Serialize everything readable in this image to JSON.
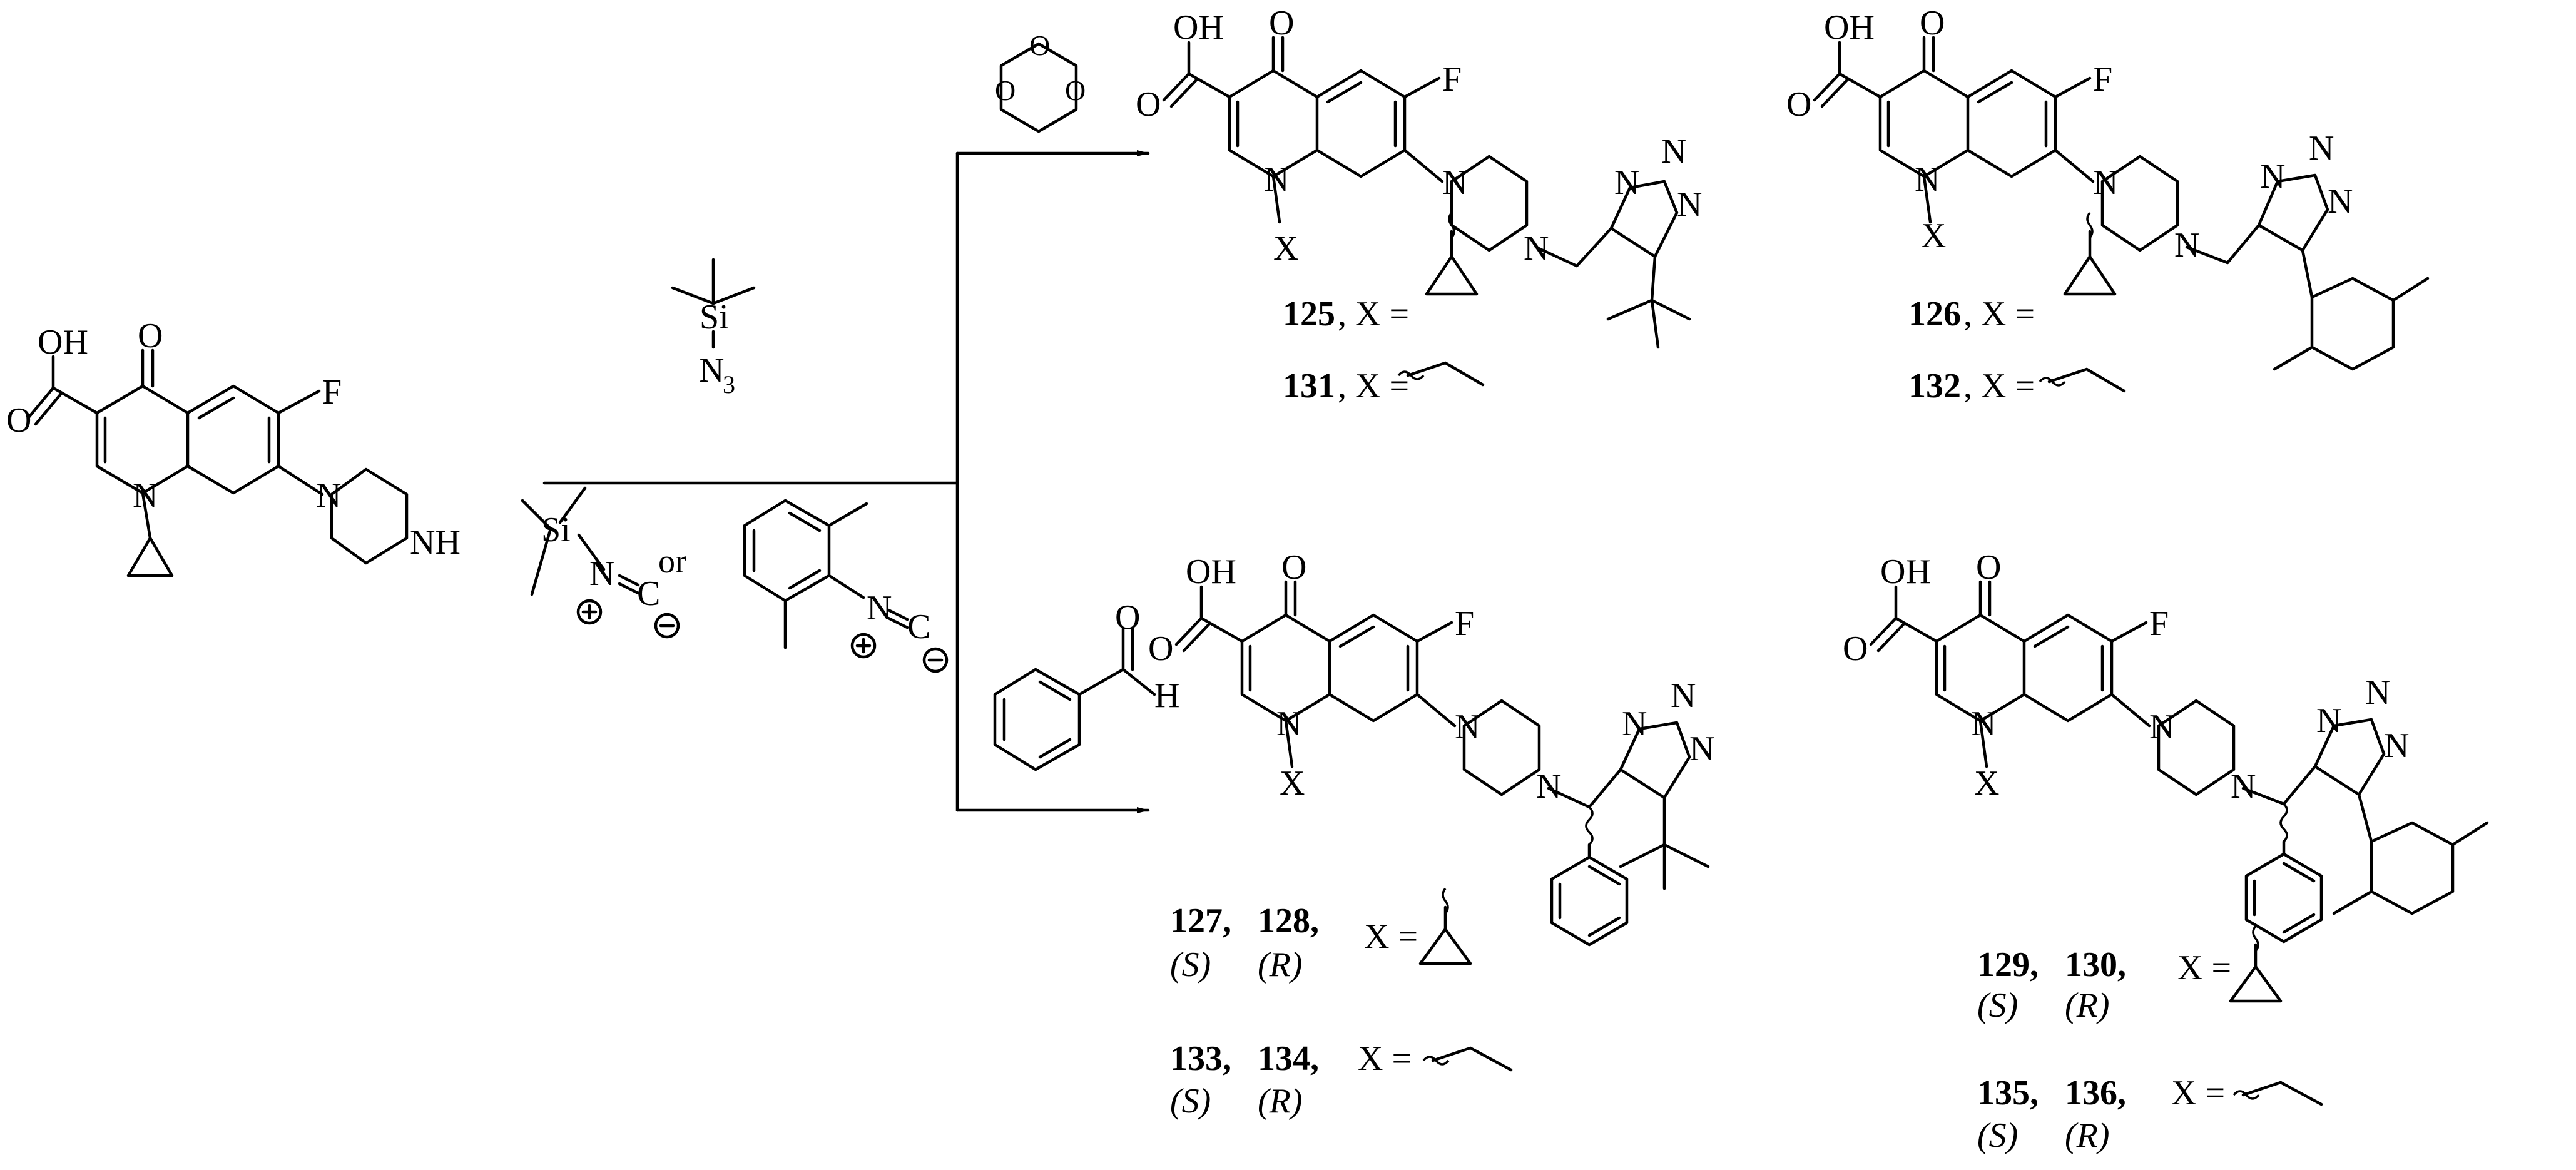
{
  "atoms": {
    "oh": "OH",
    "o": "O",
    "f": "F",
    "n": "N",
    "nh": "NH",
    "x": "X",
    "si": "Si",
    "c": "C",
    "h": "H",
    "n3": "N3",
    "plus": "+",
    "minus": "−"
  },
  "reagents": {
    "tms_azide_n3_main": "N",
    "tms_azide_n3_sub": "3",
    "or": "or"
  },
  "compounds": {
    "c125": "125",
    "c126": "126",
    "c127": "127,",
    "c128": "128,",
    "c129": "129,",
    "c130": "130,",
    "c131": "131",
    "c132": "132",
    "c133": "133,",
    "c134": "134,",
    "c135": "135,",
    "c136": "136,"
  },
  "text": {
    "sep": ", X =",
    "x_eq": "X =",
    "s": "(S)",
    "r": "(R)"
  }
}
